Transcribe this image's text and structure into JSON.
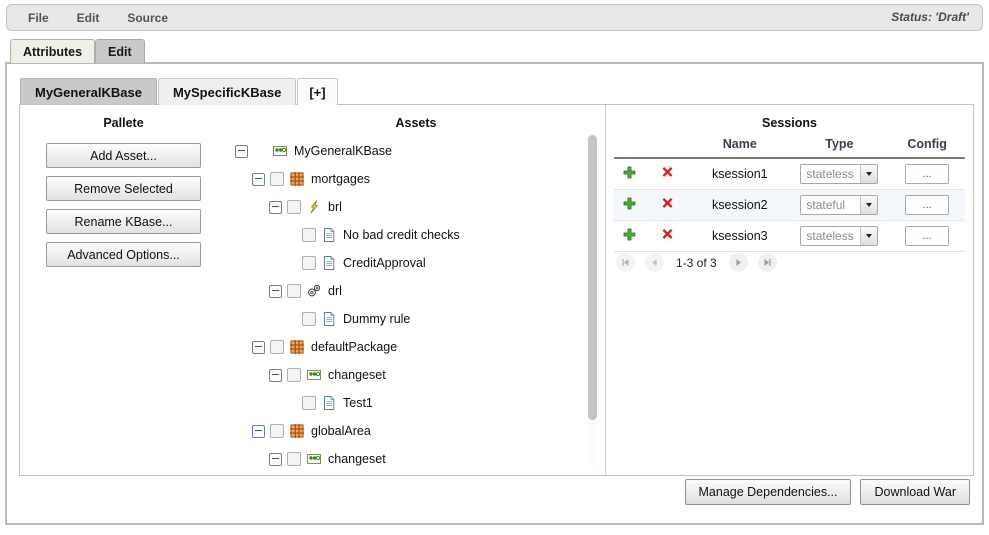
{
  "menubar": {
    "items": [
      {
        "label": "File"
      },
      {
        "label": "Edit"
      },
      {
        "label": "Source"
      }
    ],
    "status": "Status: 'Draft'"
  },
  "outer_tabs": [
    {
      "label": "Attributes",
      "active": false
    },
    {
      "label": "Edit",
      "active": true
    }
  ],
  "kbase_tabs": [
    {
      "label": "MyGeneralKBase",
      "active": true
    },
    {
      "label": "MySpecificKBase",
      "active": false
    },
    {
      "label": "[+]",
      "active": false
    }
  ],
  "pallete": {
    "title": "Pallete",
    "buttons": [
      {
        "label": "Add Asset..."
      },
      {
        "label": "Remove Selected"
      },
      {
        "label": "Rename KBase..."
      },
      {
        "label": "Advanced Options..."
      }
    ]
  },
  "assets": {
    "title": "Assets",
    "tree": [
      {
        "label": "MyGeneralKBase",
        "indent": 0,
        "icon": "changeset-icon",
        "toggle": "minus",
        "checkbox": false
      },
      {
        "label": "mortgages",
        "indent": 1,
        "icon": "package-icon",
        "toggle": "minus",
        "checkbox": true
      },
      {
        "label": "brl",
        "indent": 2,
        "icon": "brl-icon",
        "toggle": "minus",
        "checkbox": true
      },
      {
        "label": "No bad credit checks",
        "indent": 3,
        "icon": "document-icon",
        "toggle": "none",
        "checkbox": true
      },
      {
        "label": "CreditApproval",
        "indent": 3,
        "icon": "document-icon",
        "toggle": "none",
        "checkbox": true
      },
      {
        "label": "drl",
        "indent": 2,
        "icon": "gears-icon",
        "toggle": "minus",
        "checkbox": true
      },
      {
        "label": "Dummy rule",
        "indent": 3,
        "icon": "document-icon",
        "toggle": "none",
        "checkbox": true
      },
      {
        "label": "defaultPackage",
        "indent": 1,
        "icon": "package-icon",
        "toggle": "minus",
        "checkbox": true
      },
      {
        "label": "changeset",
        "indent": 2,
        "icon": "changeset-icon",
        "toggle": "minus",
        "checkbox": true
      },
      {
        "label": "Test1",
        "indent": 3,
        "icon": "document-icon",
        "toggle": "none",
        "checkbox": true
      },
      {
        "label": "globalArea",
        "indent": 1,
        "icon": "package-icon",
        "toggle": "minus",
        "checkbox": true
      },
      {
        "label": "changeset",
        "indent": 2,
        "icon": "changeset-icon",
        "toggle": "minus",
        "checkbox": true
      }
    ]
  },
  "sessions": {
    "title": "Sessions",
    "columns": [
      "",
      "",
      "Name",
      "Type",
      "Config"
    ],
    "rows": [
      {
        "name": "ksession1",
        "type": "stateless",
        "config_label": "..."
      },
      {
        "name": "ksession2",
        "type": "stateful",
        "config_label": "..."
      },
      {
        "name": "ksession3",
        "type": "stateless",
        "config_label": "..."
      }
    ],
    "type_options": [
      "stateless",
      "stateful"
    ],
    "pager": {
      "first_icon": "first-page-icon",
      "prev_icon": "prev-page-icon",
      "text": "1-3 of 3",
      "next_icon": "next-page-icon",
      "last_icon": "last-page-icon"
    }
  },
  "footer": {
    "buttons": [
      {
        "label": "Manage Dependencies..."
      },
      {
        "label": "Download War"
      }
    ]
  },
  "colors": {
    "accent_green": "#4caf30",
    "accent_red": "#d8201a",
    "active_tab": "#c9c9c9",
    "package_orange": "#d2762a"
  }
}
